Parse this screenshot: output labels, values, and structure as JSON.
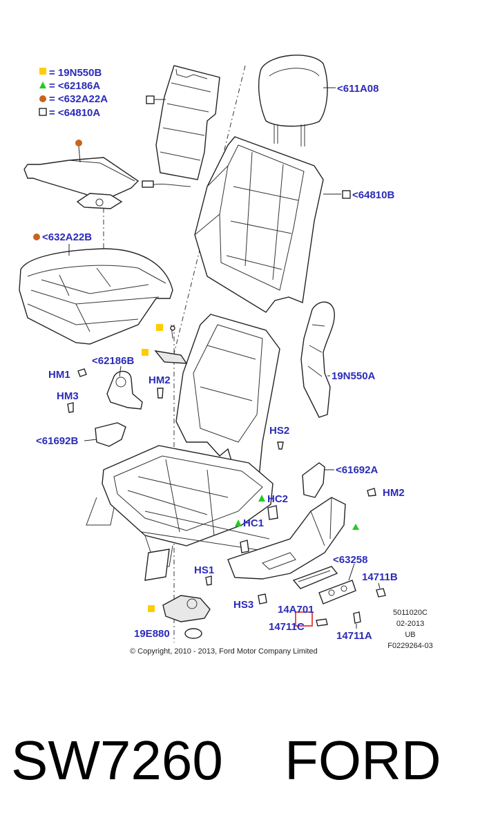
{
  "legend": [
    {
      "symbol": "yellow-square",
      "color": "#ffcc00",
      "text": "= 19N550B"
    },
    {
      "symbol": "green-triangle",
      "color": "#22cc22",
      "text": "= <62186A"
    },
    {
      "symbol": "orange-circle",
      "color": "#c8641e",
      "text": "= <632A22A"
    },
    {
      "symbol": "white-square",
      "color": "#ffffff",
      "text": "= <64810A"
    }
  ],
  "labels": {
    "headrest": "<611A08",
    "backrest": "<64810B",
    "cushion_pad": "<632A22B",
    "shield_bracket": "<62186B",
    "hm1": "HM1",
    "hm2_left": "HM2",
    "hm3": "HM3",
    "recliner_cover": "<61692B",
    "back_trim_panel": "19N550A",
    "hs2": "HS2",
    "side_cover_small": "<61692A",
    "hm2_right": "HM2",
    "hc2": "HC2",
    "hc1": "HC1",
    "side_shield": "<63258",
    "knob_b": "14711B",
    "hs1": "HS1",
    "hs3": "HS3",
    "switch": "14A701",
    "knob_c": "14711C",
    "knob_a": "14711A",
    "motor": "19E880"
  },
  "meta": {
    "line1": "5011020C",
    "line2": "02-2013",
    "line3": "UB",
    "line4": "F0229264-03"
  },
  "copyright": "© Copyright, 2010 - 2013, Ford Motor Company Limited",
  "caption": {
    "code": "SW7260",
    "brand": "FORD"
  },
  "colors": {
    "label_blue": "#2b2bb8",
    "yellow": "#ffcc00",
    "green": "#22cc22",
    "orange": "#c8641e",
    "highlight_red": "#e02020"
  }
}
